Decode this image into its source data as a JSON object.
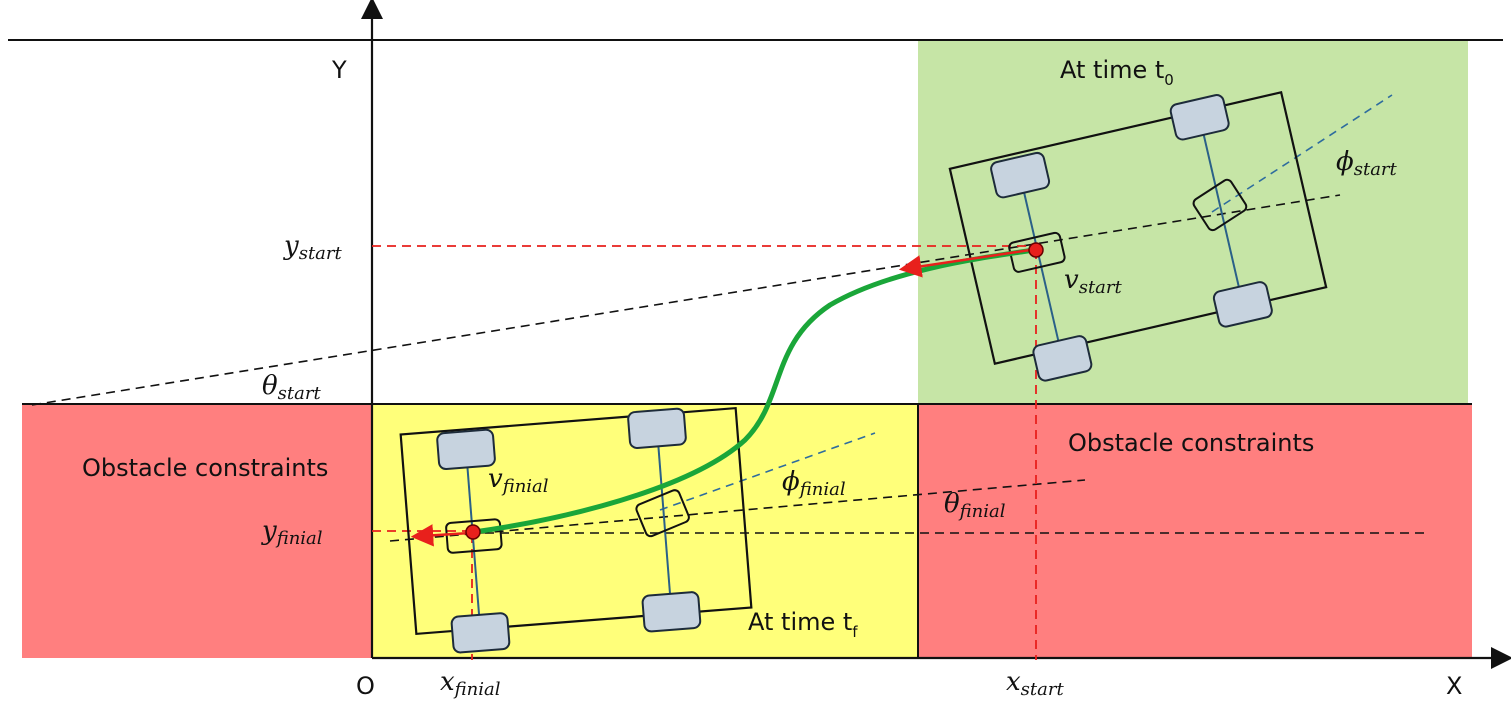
{
  "axes": {
    "x_label": "X",
    "y_label": "Y",
    "origin_label": "O"
  },
  "regions": {
    "obstacle_left_label": "Obstacle constraints",
    "obstacle_right_label": "Obstacle constraints",
    "start_region_label": "At time t",
    "start_region_sub": "0",
    "final_region_label": "At time t",
    "final_region_sub": "f"
  },
  "labels": {
    "y_start": {
      "base": "y",
      "sub": "start"
    },
    "y_final": {
      "base": "y",
      "sub": "finial"
    },
    "x_start": {
      "base": "x",
      "sub": "start"
    },
    "x_final": {
      "base": "x",
      "sub": "finial"
    },
    "theta_start": {
      "base": "θ",
      "sub": "start"
    },
    "theta_final": {
      "base": "θ",
      "sub": "finial"
    },
    "phi_start": {
      "base": "ϕ",
      "sub": "start"
    },
    "phi_final": {
      "base": "ϕ",
      "sub": "finial"
    },
    "v_start": {
      "base": "v",
      "sub": "start"
    },
    "v_final": {
      "base": "v",
      "sub": "finial"
    }
  },
  "colors": {
    "obstacle": "#ff7f7f",
    "start_region": "#c6e5a6",
    "final_region": "#ffff7a",
    "trajectory": "#1aa639",
    "guide_lines": "#e8201c",
    "reference_point": "#e8201c",
    "steering_line": "#2e6c9e"
  }
}
